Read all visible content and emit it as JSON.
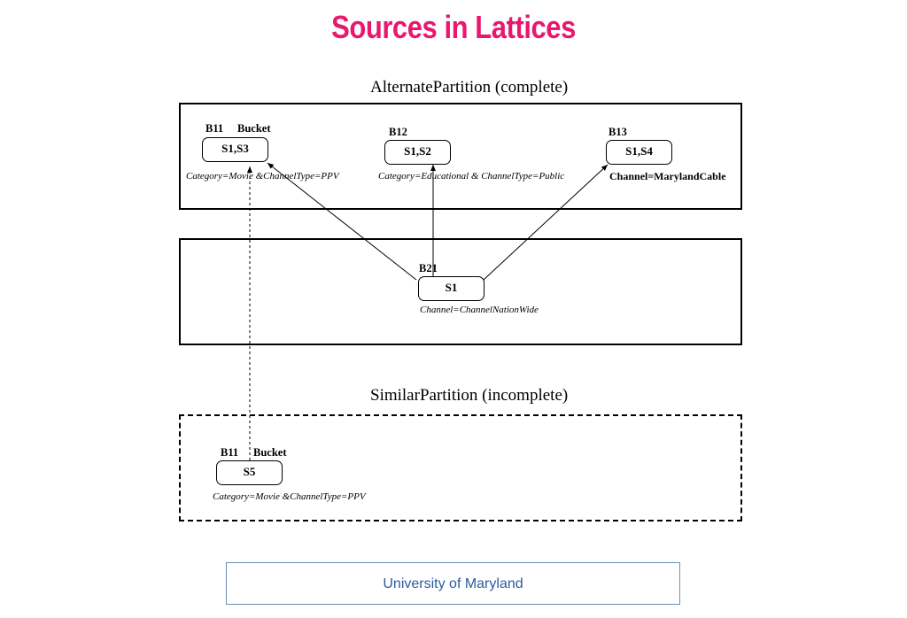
{
  "title": "Sources in Lattices",
  "colors": {
    "title": "#e8186e",
    "footer_text": "#2c5aa0"
  },
  "alternate": {
    "heading": "AlternatePartition (complete)",
    "b11": {
      "id": "B11",
      "tag": "Bucket",
      "sources": "S1,S3",
      "condition": "Category=Movie &ChannelType=PPV"
    },
    "b12": {
      "id": "B12",
      "sources": "S1,S2",
      "condition": "Category=Educational & ChannelType=Public"
    },
    "b13": {
      "id": "B13",
      "sources": "S1,S4",
      "condition": "Channel=MarylandCable"
    },
    "b21": {
      "id": "B21",
      "sources": "S1",
      "condition": "Channel=ChannelNationWide"
    }
  },
  "similar": {
    "heading": "SimilarPartition (incomplete)",
    "b11": {
      "id": "B11",
      "tag": "Bucket",
      "sources": "S5",
      "condition": "Category=Movie &ChannelType=PPV"
    }
  },
  "footer": "University of Maryland"
}
